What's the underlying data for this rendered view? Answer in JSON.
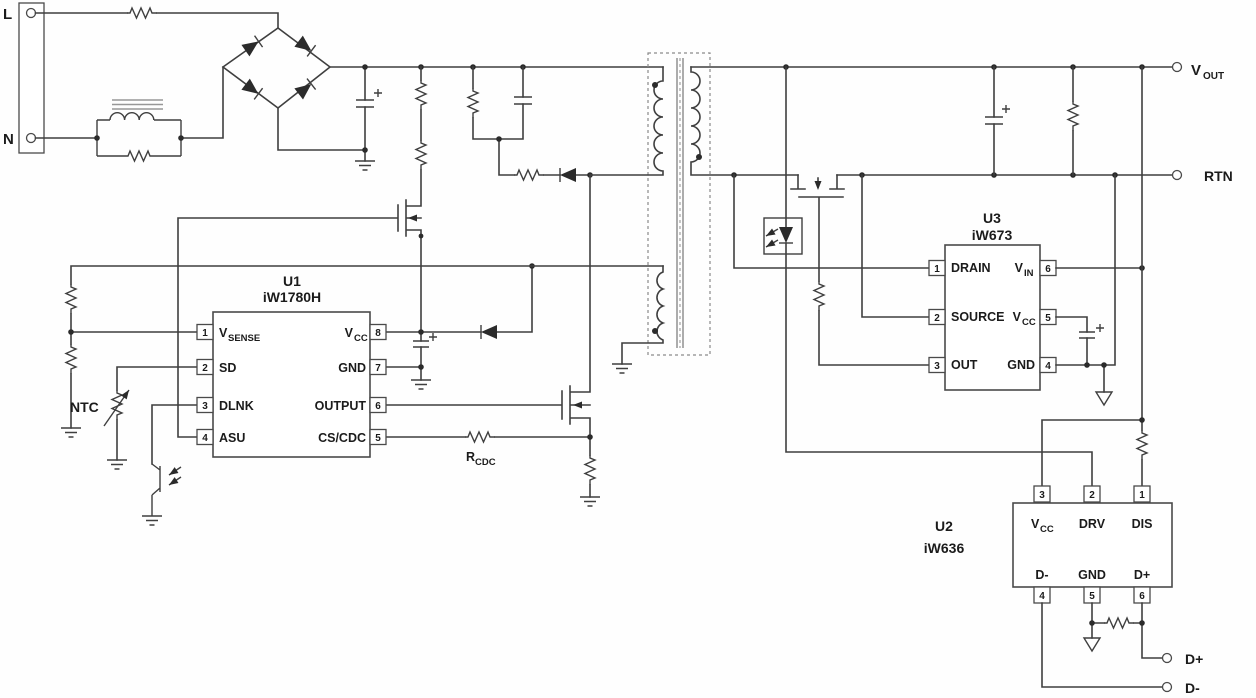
{
  "ics": {
    "u1": {
      "ref": "U1",
      "part": "iW1780H",
      "pins_left": [
        {
          "num": "1",
          "main": "V",
          "sub": "SENSE"
        },
        {
          "num": "2",
          "main": "SD",
          "sub": ""
        },
        {
          "num": "3",
          "main": "DLNK",
          "sub": ""
        },
        {
          "num": "4",
          "main": "ASU",
          "sub": ""
        }
      ],
      "pins_right": [
        {
          "num": "8",
          "main": "V",
          "sub": "CC"
        },
        {
          "num": "7",
          "main": "GND",
          "sub": ""
        },
        {
          "num": "6",
          "main": "OUTPUT",
          "sub": ""
        },
        {
          "num": "5",
          "main": "CS/CDC",
          "sub": ""
        }
      ]
    },
    "u3": {
      "ref": "U3",
      "part": "iW673",
      "pins_left": [
        {
          "num": "1",
          "label": "DRAIN"
        },
        {
          "num": "2",
          "label": "SOURCE"
        },
        {
          "num": "3",
          "label": "OUT"
        }
      ],
      "pins_right": [
        {
          "num": "6",
          "main": "V",
          "sub": "IN"
        },
        {
          "num": "5",
          "main": "V",
          "sub": "CC"
        },
        {
          "num": "4",
          "main": "GND",
          "sub": ""
        }
      ]
    },
    "u2": {
      "ref": "U2",
      "part": "iW636",
      "pins_top": [
        {
          "num": "3",
          "main": "V",
          "sub": "CC"
        },
        {
          "num": "2",
          "main": "DRV",
          "sub": ""
        },
        {
          "num": "1",
          "main": "DIS",
          "sub": ""
        }
      ],
      "pins_bottom": [
        {
          "num": "4",
          "label": "D-"
        },
        {
          "num": "5",
          "label": "GND"
        },
        {
          "num": "6",
          "label": "D+"
        }
      ]
    }
  },
  "terminals": {
    "line": "L",
    "neutral": "N",
    "vout_main": "V",
    "vout_sub": "OUT",
    "rtn": "RTN",
    "dplus": "D+",
    "dminus": "D-"
  },
  "labels": {
    "ntc": "NTC",
    "rcdc_main": "R",
    "rcdc_sub": "CDC"
  }
}
